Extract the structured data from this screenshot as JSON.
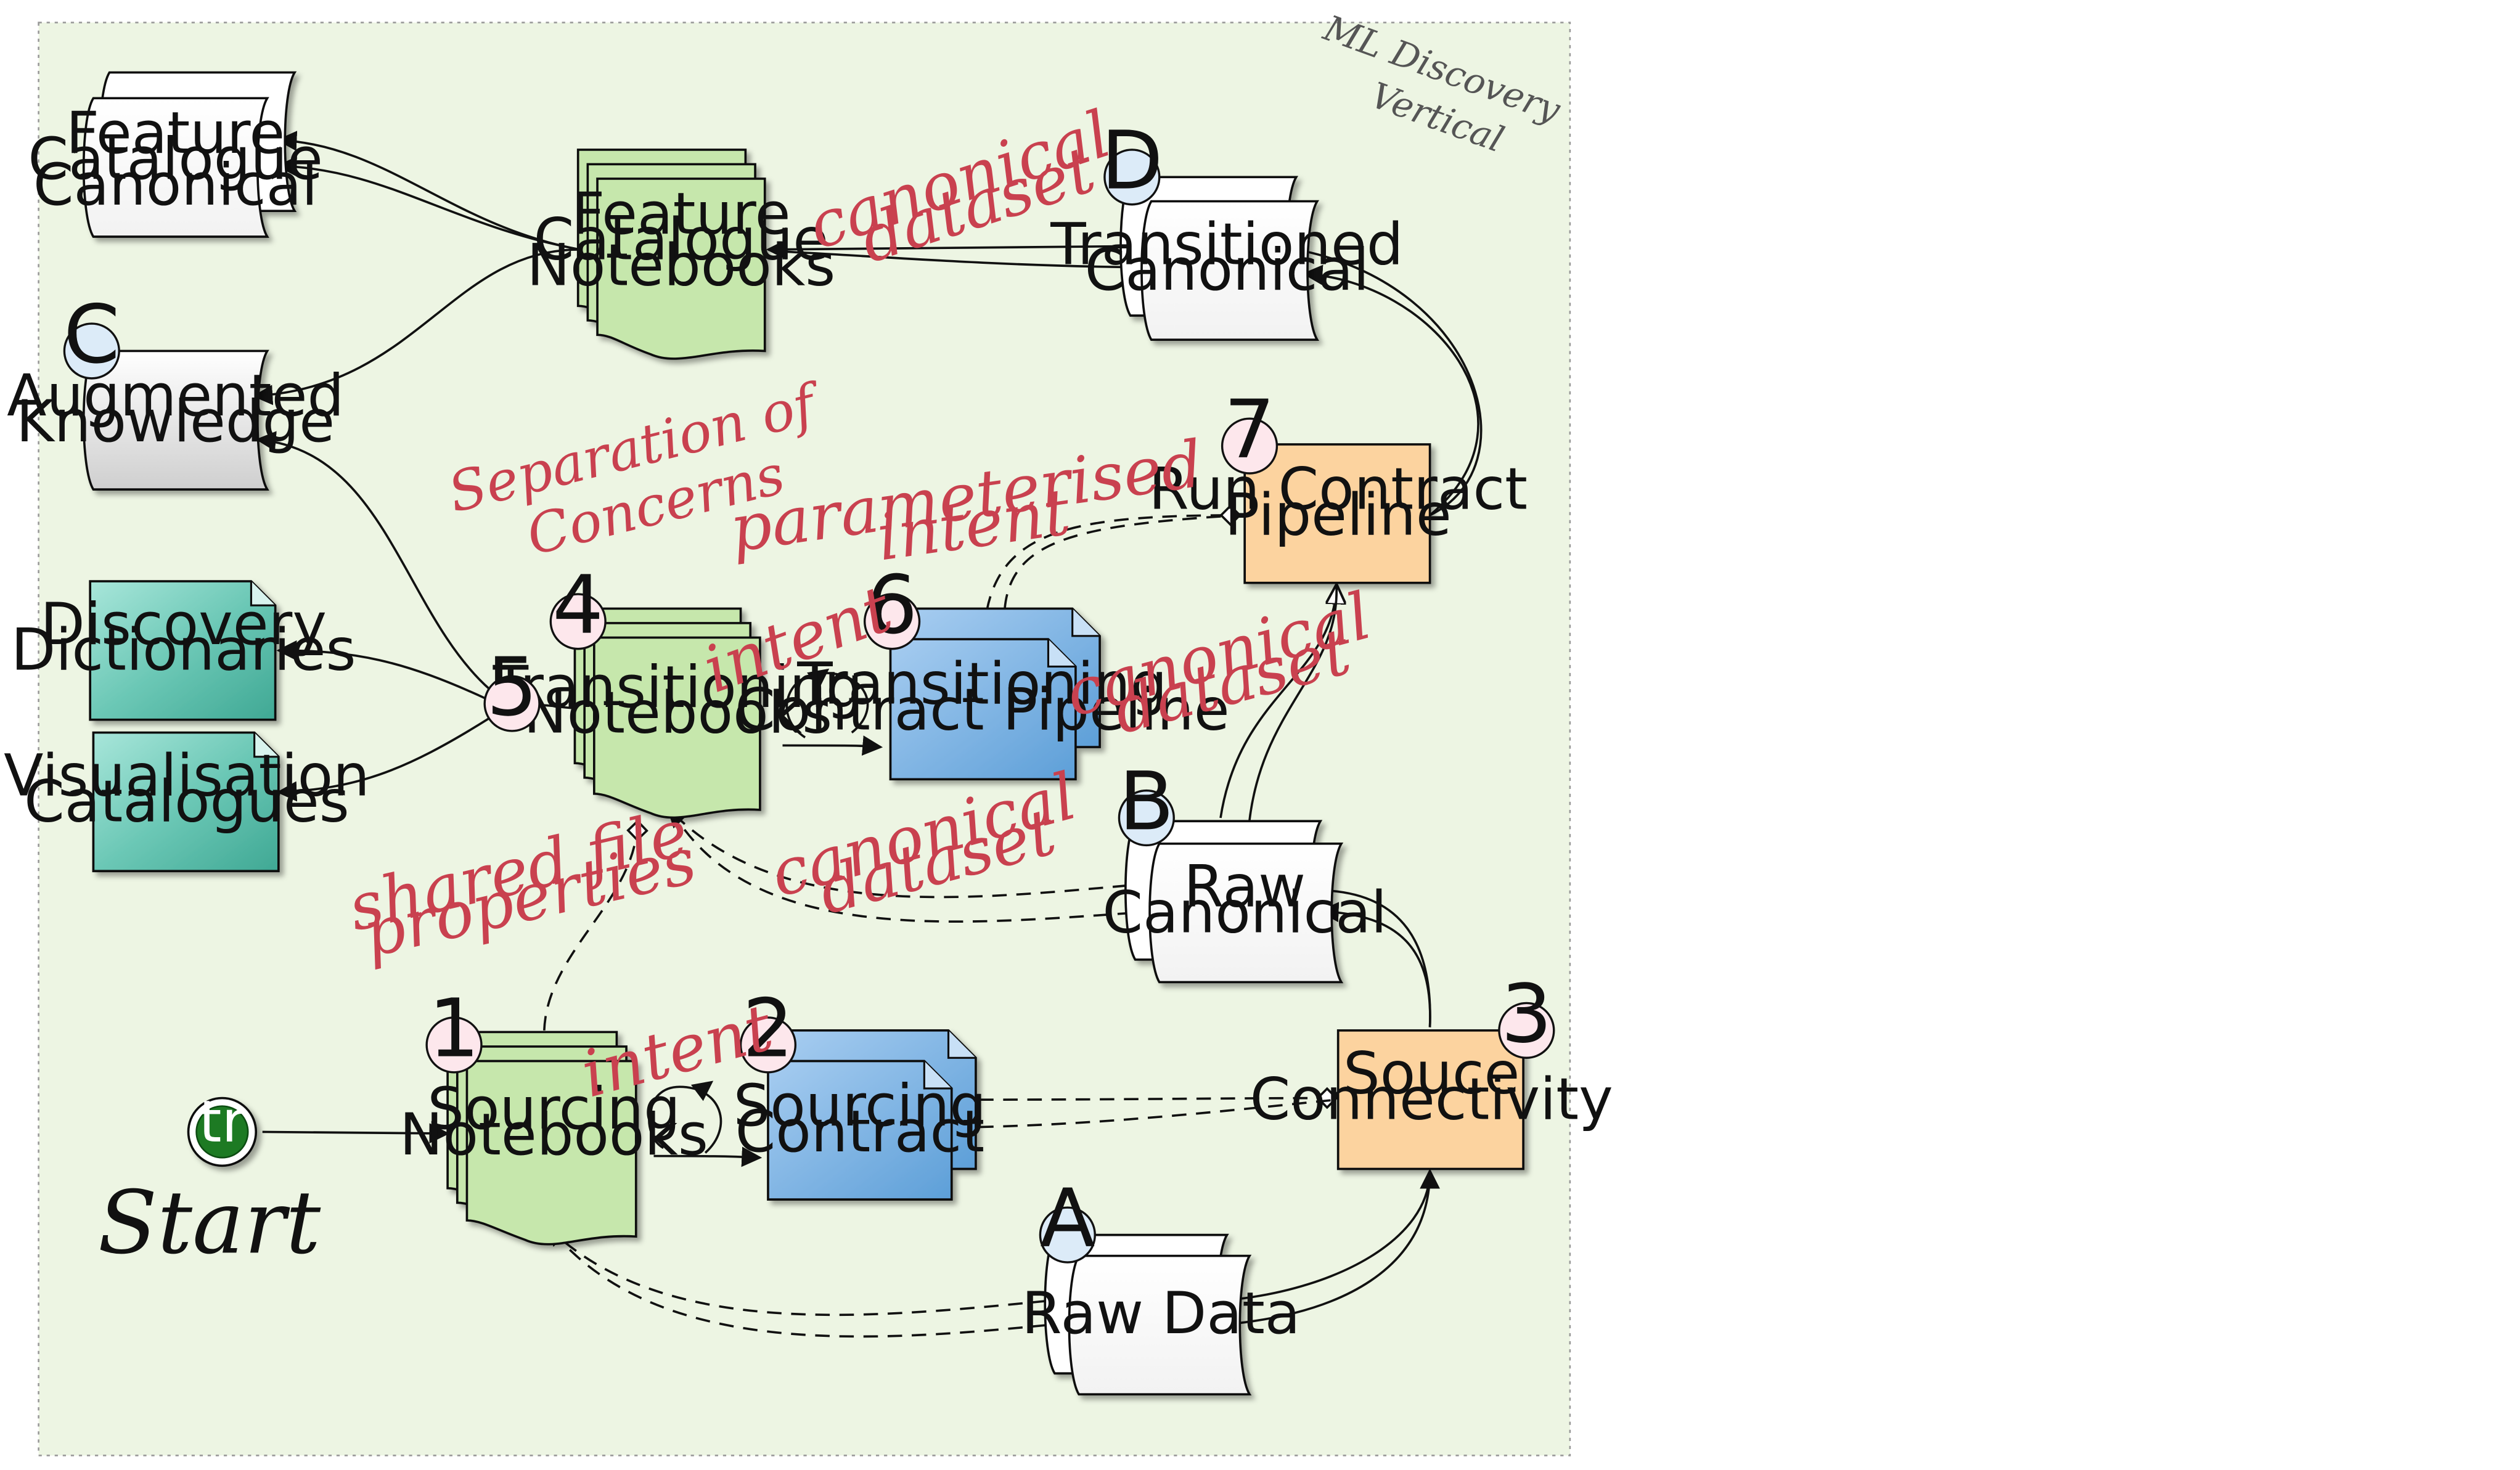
{
  "title": "ML Discovery Vertical",
  "annotation": "Separation of Concerns",
  "start_label": "Start",
  "start_icon": "tr",
  "colors": {
    "background": "#edf5e3",
    "notebook": "#c6e7ac",
    "contract": "#6aabe0",
    "pipeline": "#fcd39f",
    "dictionary": "#5ec3b2",
    "annotation": "#c9414f",
    "badge_numbered": "#fde7ec",
    "badge_lettered": "#dcebf8",
    "start_green": "#1d7a23"
  },
  "nodes": {
    "feature_catalogue_canonical": "Feature\nCatalogue\nCanonical",
    "feature_catalogue_notebooks": "Feature\nCatalogue\nNotebooks",
    "transitioned_canonical": "Transitioned\nCanonical",
    "augmented_knowledge": "Augmented\nKnowledge",
    "run_contract_pipeline": "Run Contract\nPipeline",
    "discovery_dictionaries": "Discovery\nDictionaries",
    "visualisation_catalogues": "Visualisation\nCatalogues",
    "transitioning_notebooks": "Transitioning\nNotebooks",
    "transitioning_contract_pipeline": "Transitioning\nContract Pipeline",
    "raw_canonical": "Raw\nCanonical",
    "sourcing_notebooks": "Sourcing\nNotebooks",
    "sourcing_contract": "Sourcing\nContract",
    "souce_connectivity": "Souce\nConnectivity",
    "raw_data": "Raw Data"
  },
  "badges": {
    "b1": "1",
    "b2": "2",
    "b3": "3",
    "b4": "4",
    "b5": "5",
    "b6": "6",
    "b7": "7",
    "ba": "A",
    "bb": "B",
    "bc": "C",
    "bd": "D"
  },
  "edge_labels": {
    "canonical_dataset_top": "canonical\ndataset",
    "parameterised_intent": "parameterised\nintent",
    "intent_mid": "intent",
    "canonical_dataset_right": "canonical\ndataset",
    "canonical_dataset_mid": "canonical\ndataset",
    "shared_file_properties": "shared file\nproperties",
    "intent_low": "intent"
  }
}
